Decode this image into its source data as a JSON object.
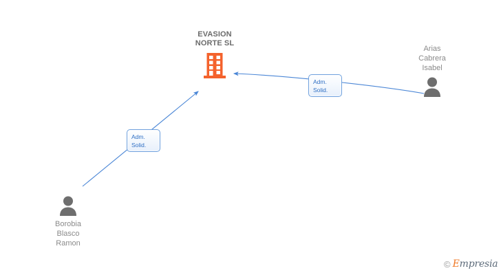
{
  "diagram": {
    "type": "company-relationship-graph",
    "background_color": "#ffffff",
    "company": {
      "name": "EVASION\nNORTE SL",
      "icon": "building-icon",
      "icon_color": "#f4622c",
      "label_color": "#6b6b6b"
    },
    "people": [
      {
        "id": "isabel",
        "name": "Arias\nCabrera\nIsabel",
        "icon": "person-icon",
        "icon_color": "#6e6e6e",
        "label_color": "#8a8a8a"
      },
      {
        "id": "ramon",
        "name": "Borobia\nBlasco\nRamon",
        "icon": "person-icon",
        "icon_color": "#6e6e6e",
        "label_color": "#8a8a8a"
      }
    ],
    "relations": [
      {
        "id": "rel-ramon",
        "from": "ramon",
        "to": "company",
        "line1": "Adm.",
        "line2": "Solid.",
        "edge_color": "#4a86d6",
        "text_color": "#2f6fc4"
      },
      {
        "id": "rel-isabel",
        "from": "isabel",
        "to": "company",
        "line1": "Adm.",
        "line2": "Solid.",
        "edge_color": "#4a86d6",
        "text_color": "#2f6fc4"
      }
    ],
    "watermark": {
      "copyright": "©",
      "brand_initial": "E",
      "brand_rest": "mpresia",
      "initial_color": "#ef7622",
      "rest_color": "#5d6b7a"
    }
  }
}
